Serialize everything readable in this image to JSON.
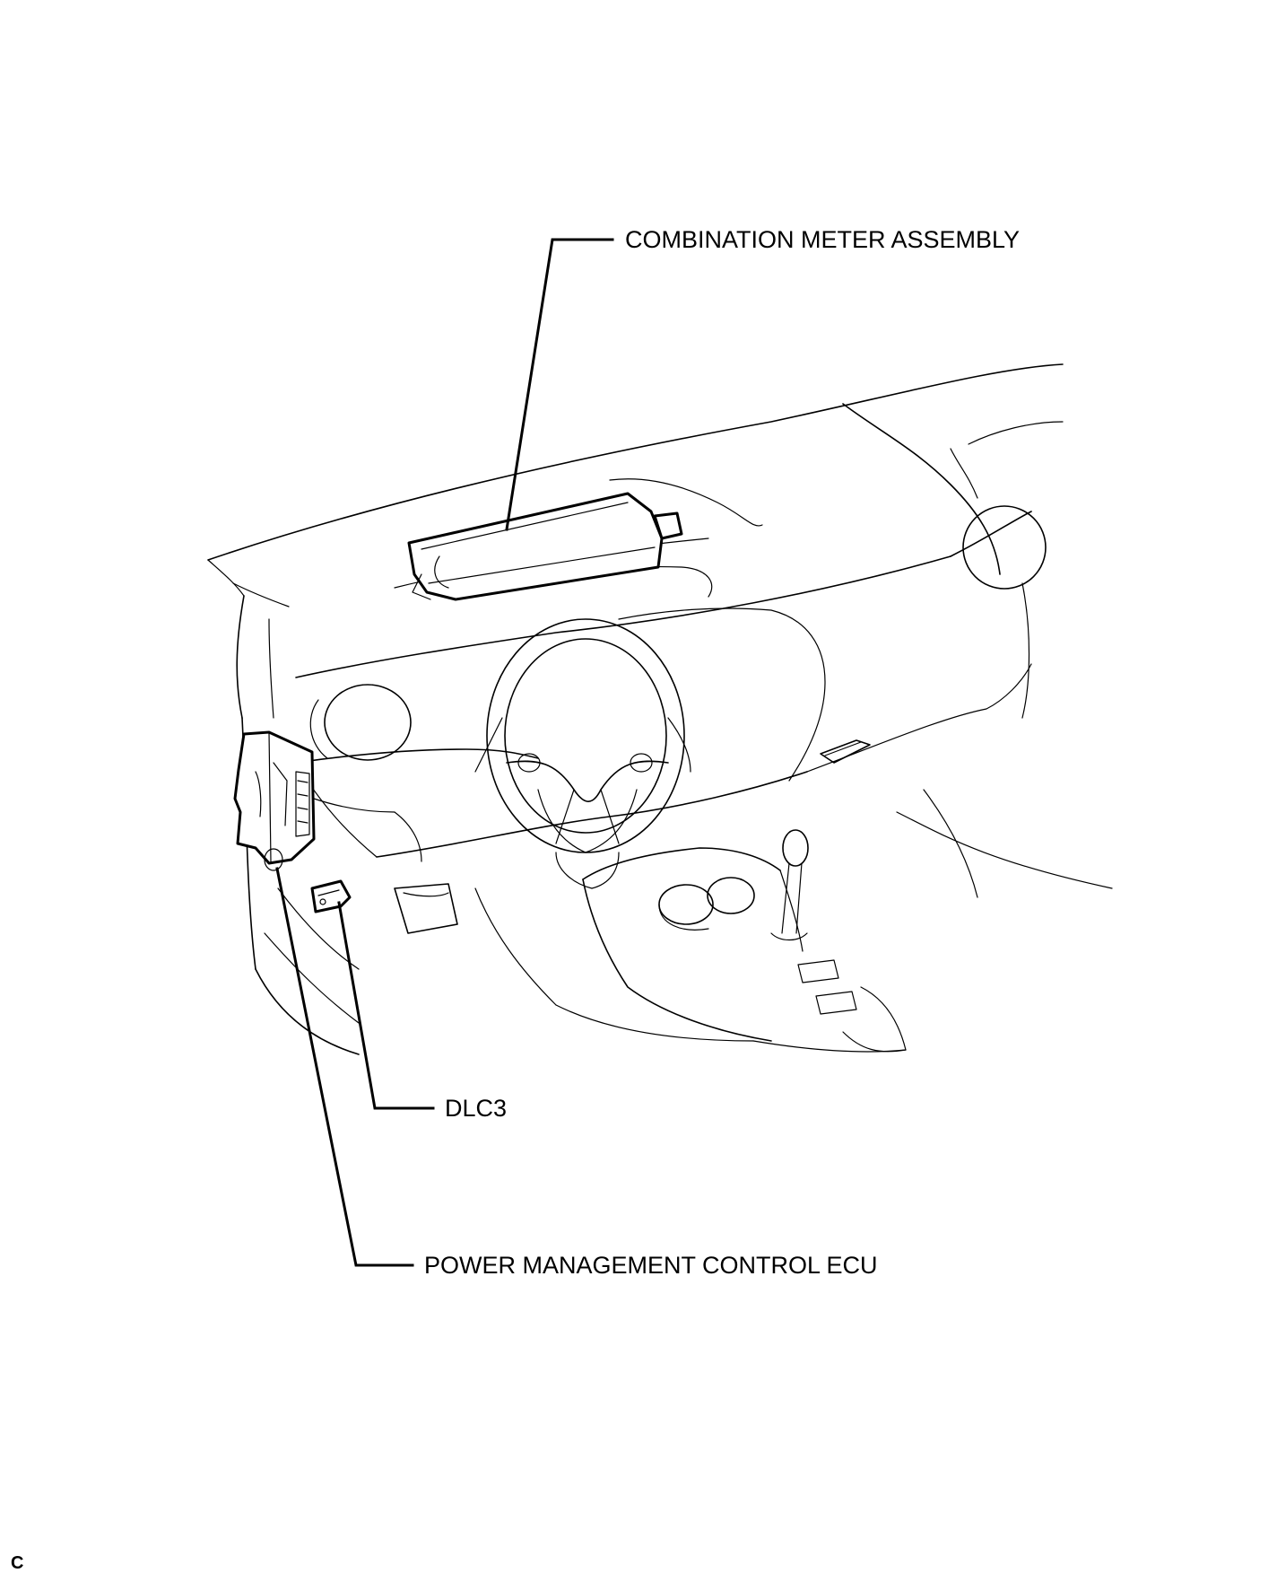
{
  "labels": {
    "combination_meter": "COMBINATION METER ASSEMBLY",
    "dlc3": "DLC3",
    "power_management_ecu": "POWER MANAGEMENT CONTROL ECU"
  },
  "figure_code": "C"
}
